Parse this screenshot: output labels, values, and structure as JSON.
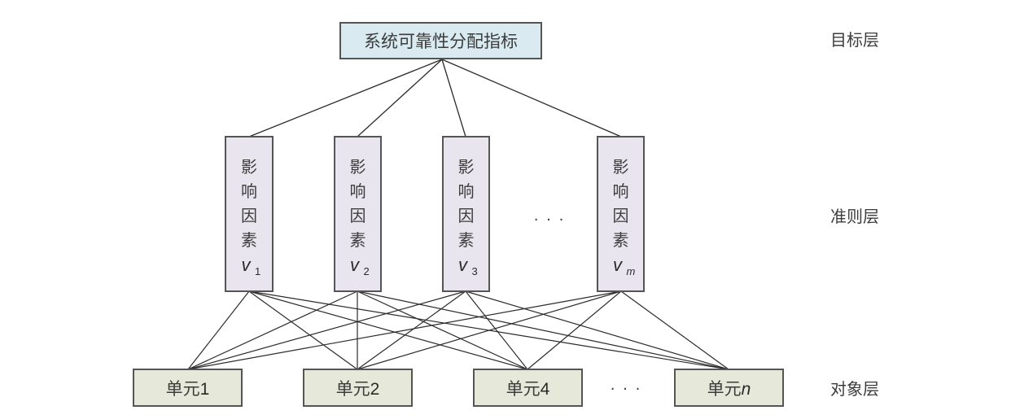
{
  "goal": {
    "label": "系统可靠性分配指标",
    "fill": "#d9ebf0"
  },
  "criteria": {
    "fill": "#e8e5ee",
    "items": [
      {
        "chars": [
          "影",
          "响",
          "因",
          "素"
        ],
        "var": "v",
        "sub": "1",
        "sub_italic": false
      },
      {
        "chars": [
          "影",
          "响",
          "因",
          "素"
        ],
        "var": "v",
        "sub": "2",
        "sub_italic": false
      },
      {
        "chars": [
          "影",
          "响",
          "因",
          "素"
        ],
        "var": "v",
        "sub": "3",
        "sub_italic": false
      },
      {
        "chars": [
          "影",
          "响",
          "因",
          "素"
        ],
        "var": "v",
        "sub": "m",
        "sub_italic": true
      }
    ],
    "ellipsis": "· · ·"
  },
  "units": {
    "fill": "#e6e9da",
    "items": [
      {
        "prefix": "单元",
        "suffix": "1",
        "suffix_italic": false
      },
      {
        "prefix": "单元",
        "suffix": "2",
        "suffix_italic": false
      },
      {
        "prefix": "单元",
        "suffix": "4",
        "suffix_italic": false
      },
      {
        "prefix": "单元",
        "suffix": "n",
        "suffix_italic": true
      }
    ],
    "ellipsis": "· · ·"
  },
  "layers": {
    "goal": "目标层",
    "criteria": "准则层",
    "object": "对象层"
  },
  "stroke_color": "#2b2b2b",
  "box_border": "#555555"
}
